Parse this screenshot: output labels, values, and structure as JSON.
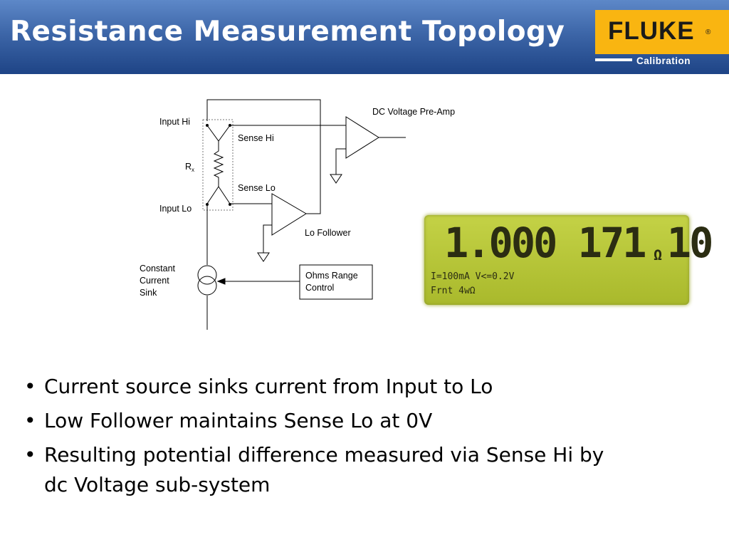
{
  "slide": {
    "title": "Resistance Measurement Topology"
  },
  "logo": {
    "brand": "FLUKE",
    "registered": "®",
    "subtitle": "Calibration",
    "color": "#f9b511"
  },
  "diagram": {
    "labels": {
      "input_hi": "Input Hi",
      "sense_hi": "Sense Hi",
      "rx_main": "R",
      "rx_sub": "x",
      "sense_lo": "Sense Lo",
      "input_lo": "Input Lo",
      "dc_preamp": "DC Voltage Pre-Amp",
      "lo_follower": "Lo Follower",
      "current_sink_1": "Constant",
      "current_sink_2": "Current",
      "current_sink_3": "Sink",
      "ohms_range_1": "Ohms Range",
      "ohms_range_2": "Control"
    }
  },
  "display": {
    "reading": "1.000 171 10",
    "unit": "Ω",
    "line2": "I=100mA V<=0.2V",
    "line3": "Frnt 4wΩ"
  },
  "bullets": [
    "Current source sinks current from Input to Lo",
    "Low Follower maintains Sense Lo at 0V",
    "Resulting potential difference measured via Sense Hi by dc Voltage sub-system"
  ]
}
